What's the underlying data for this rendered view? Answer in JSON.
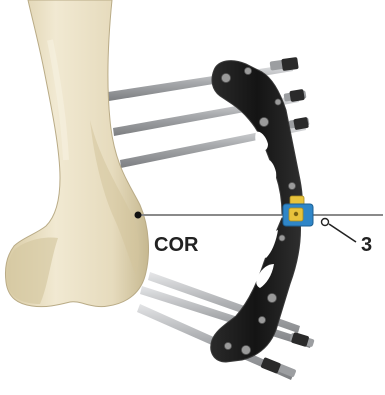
{
  "labels": {
    "cor": "COR",
    "callout_number": "3"
  },
  "colors": {
    "bone_fill": "#e9dfc3",
    "bone_shadow": "#c7b995",
    "bone_outline": "#b9ab86",
    "frame": "#1b1b1b",
    "frame_edge": "#3a3a3a",
    "pin": "#a9abad",
    "pin_highlight": "#dcdddf",
    "hinge_blue": "#2f86c8",
    "hinge_yellow": "#e8c33c",
    "axis_line": "#8a8a8a",
    "text": "#222222"
  },
  "icons": {
    "bone": "femur-illustration",
    "frame": "external-fixator-arch",
    "hinge": "hinge-joint",
    "pins": "bone-pin"
  }
}
